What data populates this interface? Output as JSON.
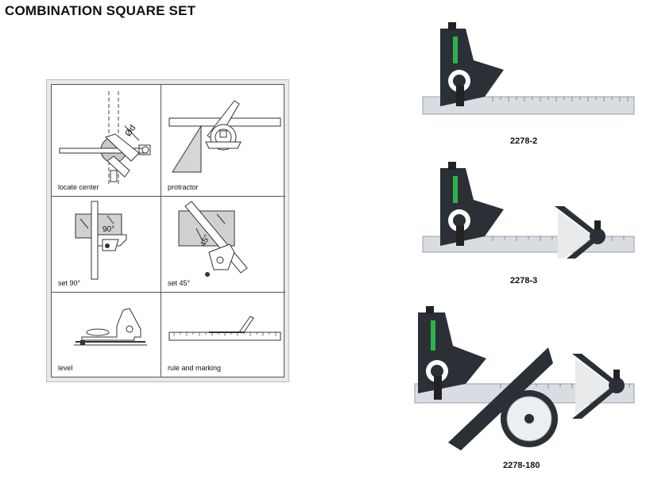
{
  "page": {
    "title": "COMBINATION SQUARE SET"
  },
  "uses": [
    {
      "label": "locate center",
      "diagram_text": "Ød"
    },
    {
      "label": "protractor"
    },
    {
      "label": "set 90°",
      "diagram_text": "90°"
    },
    {
      "label": "set 45°",
      "diagram_text": "45°"
    },
    {
      "label": "level"
    },
    {
      "label": "rule and marking"
    }
  ],
  "products": [
    {
      "model": "2278-2"
    },
    {
      "model": "2278-3"
    },
    {
      "model": "2278-180"
    }
  ],
  "colors": {
    "head": "#2b2f36",
    "rule": "#d9dde1",
    "level_vial": "#2fb24a",
    "grid_border": "#555555"
  }
}
